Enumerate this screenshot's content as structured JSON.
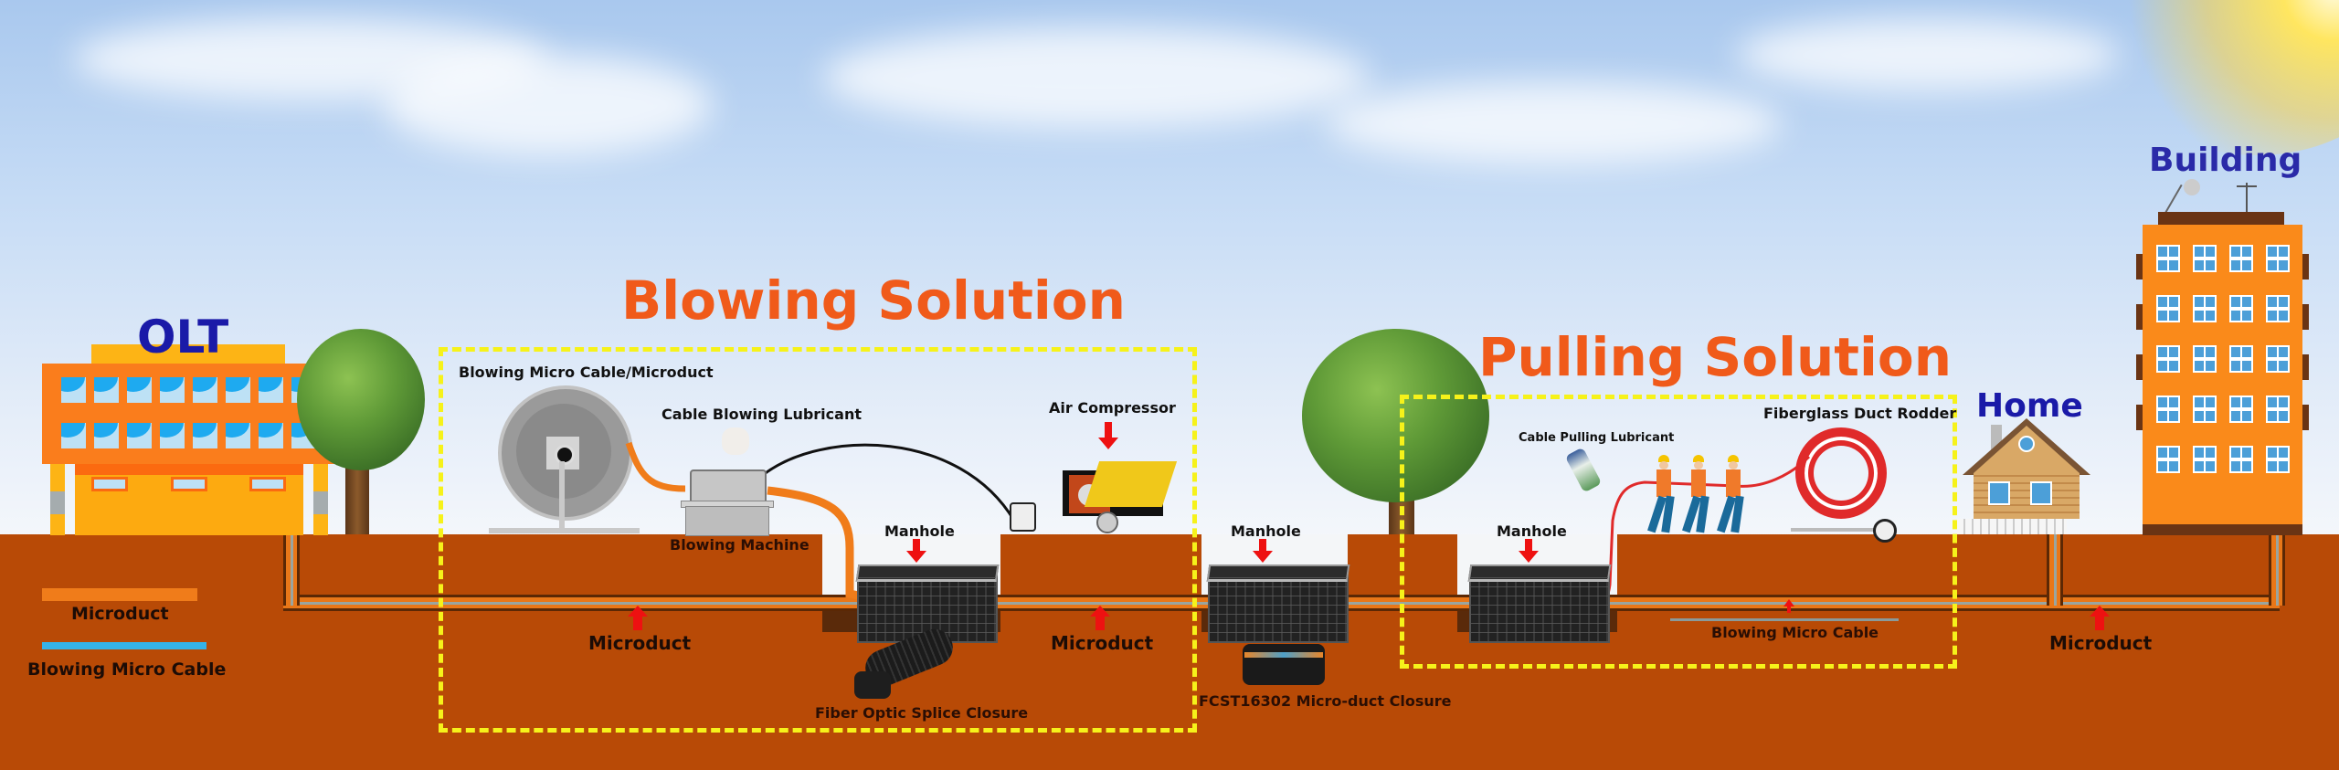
{
  "headings": {
    "blowing_solution": "Blowing Solution",
    "pulling_solution": "Pulling Solution"
  },
  "endpoints": {
    "olt": "OLT",
    "home": "Home",
    "building": "Building"
  },
  "legend": {
    "items": [
      {
        "label": "Microduct",
        "color": "#f07c1a"
      },
      {
        "label": "Blowing Micro Cable",
        "color": "#35b3e8"
      }
    ]
  },
  "blowing_section": {
    "reel_label": "Blowing Micro Cable/Microduct",
    "lubricant_label": "Cable Blowing Lubricant",
    "machine_label": "Blowing Machine",
    "compressor_label": "Air Compressor",
    "manhole_label": "Manhole",
    "splice_closure_label": "Fiber Optic Splice Closure",
    "microduct_labels": [
      "Microduct",
      "Microduct"
    ]
  },
  "middle_section": {
    "manhole_label": "Manhole",
    "closure_label": "FCST16302 Micro-duct Closure"
  },
  "pulling_section": {
    "lubricant_label": "Cable Pulling Lubricant",
    "rodder_label": "Fiberglass Duct Rodder",
    "manhole_label": "Manhole",
    "cable_label": "Blowing Micro Cable"
  },
  "end_section": {
    "microduct_label": "Microduct"
  },
  "colors": {
    "heading_orange": "#f05a1a",
    "endpoint_blue": "#1a1aa8",
    "ground": "#b84a06",
    "dashed_box": "#f6f21a",
    "arrow_red": "#ee1111"
  }
}
